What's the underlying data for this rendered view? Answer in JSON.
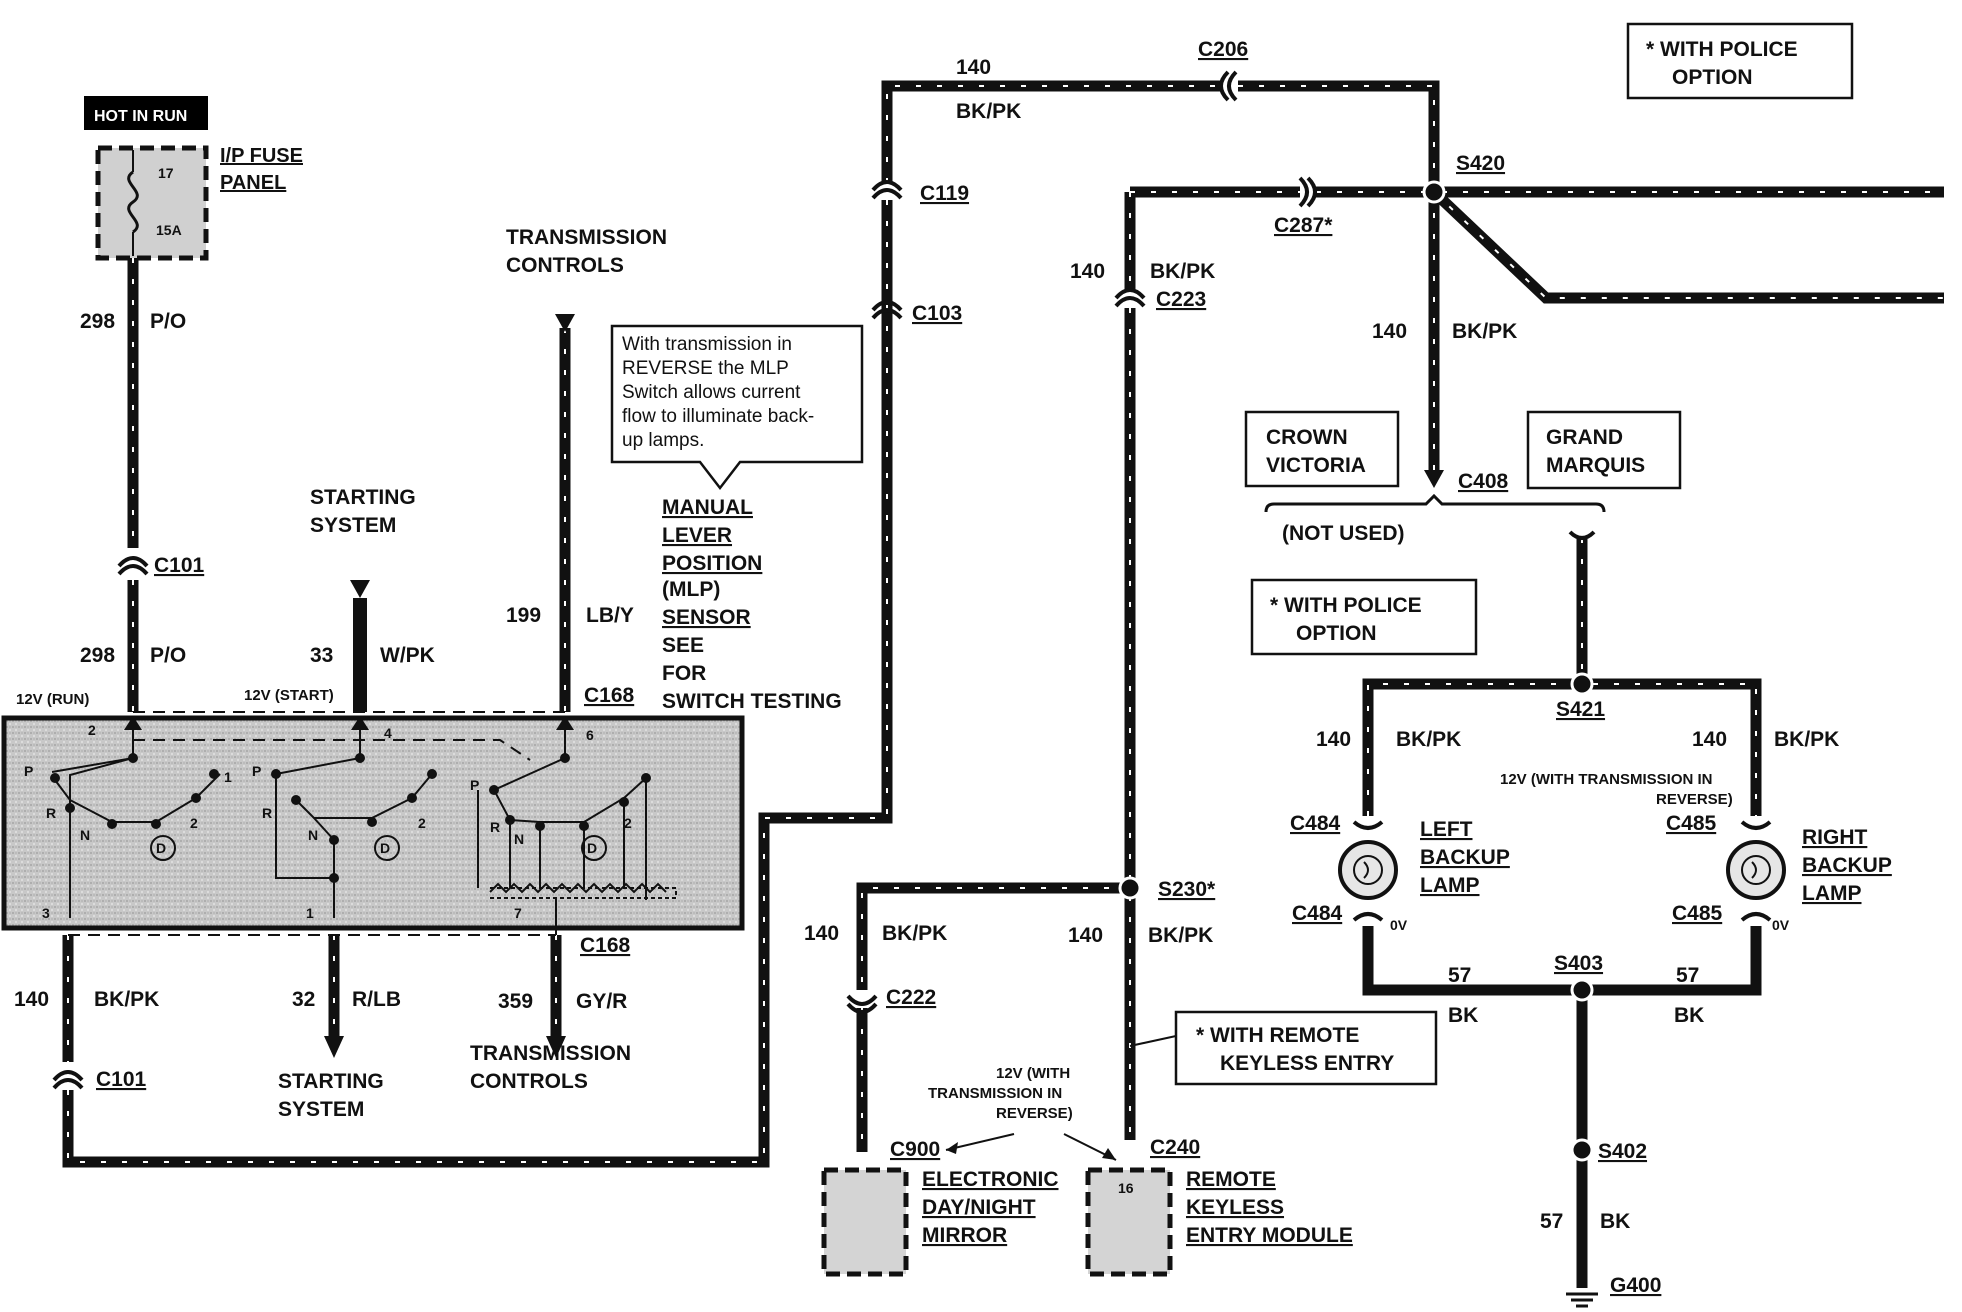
{
  "fuse_panel": {
    "hot_label": "HOT IN RUN",
    "fuse_number": "17",
    "fuse_rating": "15A",
    "title_line1": "I/P FUSE",
    "title_line2": "PANEL"
  },
  "wires": {
    "c298_top": {
      "circuit": "298",
      "color": "P/O"
    },
    "c298_bottom": {
      "circuit": "298",
      "color": "P/O"
    },
    "c33": {
      "circuit": "33",
      "color": "W/PK"
    },
    "c199": {
      "circuit": "199",
      "color": "LB/Y"
    },
    "c140_top": {
      "circuit": "140",
      "color": "BK/PK"
    },
    "c140_c223": {
      "circuit": "140",
      "color": "BK/PK"
    },
    "c140_s420": {
      "circuit": "140",
      "color": "BK/PK"
    },
    "c140_left": {
      "circuit": "140",
      "color": "BK/PK"
    },
    "c32": {
      "circuit": "32",
      "color": "R/LB"
    },
    "c359": {
      "circuit": "359",
      "color": "GY/R"
    },
    "c140_c222": {
      "circuit": "140",
      "color": "BK/PK"
    },
    "c140_s230": {
      "circuit": "140",
      "color": "BK/PK"
    },
    "c140_lamp_left": {
      "circuit": "140",
      "color": "BK/PK"
    },
    "c140_lamp_right": {
      "circuit": "140",
      "color": "BK/PK"
    },
    "c57_left": {
      "circuit": "57",
      "color": "BK"
    },
    "c57_right": {
      "circuit": "57",
      "color": "BK"
    },
    "c57_ground": {
      "circuit": "57",
      "color": "BK"
    }
  },
  "connectors": {
    "c101_top": "C101",
    "c101_bottom": "C101",
    "c168_top": "C168",
    "c168_bottom": "C168",
    "c119": "C119",
    "c103": "C103",
    "c206": "C206",
    "c287": "C287*",
    "c223": "C223",
    "s420": "S420",
    "c408": "C408",
    "s421": "S421",
    "c484_top": "C484",
    "c484_bottom": "C484",
    "c485_top": "C485",
    "c485_bottom": "C485",
    "s230": "S230*",
    "c222": "C222",
    "c900": "C900",
    "c240": "C240",
    "s403": "S403",
    "s402": "S402",
    "g400": "G400"
  },
  "labels": {
    "transmission_controls_top_1": "TRANSMISSION",
    "transmission_controls_top_2": "CONTROLS",
    "starting_system_top_1": "STARTING",
    "starting_system_top_2": "SYSTEM",
    "starting_system_bottom_1": "STARTING",
    "starting_system_bottom_2": "SYSTEM",
    "transmission_controls_bottom_1": "TRANSMISSION",
    "transmission_controls_bottom_2": "CONTROLS",
    "v12_run": "12V (RUN)",
    "v12_start": "12V (START)",
    "mlp_1": "MANUAL",
    "mlp_2": "LEVER",
    "mlp_3": "POSITION",
    "mlp_4": "(MLP)",
    "mlp_5": "SENSOR",
    "mlp_6": "SEE",
    "mlp_7": "FOR",
    "mlp_8": "SWITCH TESTING",
    "callout_1": "With transmission in",
    "callout_2": "REVERSE the MLP",
    "callout_3": "Switch allows current",
    "callout_4": "flow to illuminate back-",
    "callout_5": "up lamps.",
    "police_top_1": "* WITH POLICE",
    "police_top_2": "OPTION",
    "police_mid_1": "* WITH POLICE",
    "police_mid_2": "OPTION",
    "crown_1": "CROWN",
    "crown_2": "VICTORIA",
    "grand_1": "GRAND",
    "grand_2": "MARQUIS",
    "not_used": "(NOT USED)",
    "v12_reverse_right_1": "12V (WITH TRANSMISSION IN",
    "v12_reverse_right_2": "REVERSE)",
    "left_lamp_1": "LEFT",
    "left_lamp_2": "BACKUP",
    "left_lamp_3": "LAMP",
    "right_lamp_1": "RIGHT",
    "right_lamp_2": "BACKUP",
    "right_lamp_3": "LAMP",
    "zero_v_left": "0V",
    "zero_v_right": "0V",
    "rke_note_1": "* WITH REMOTE",
    "rke_note_2": "KEYLESS ENTRY",
    "v12_with_1": "12V (WITH",
    "v12_with_2": "TRANSMISSION IN",
    "v12_with_3": "REVERSE)",
    "mirror_1": "ELECTRONIC",
    "mirror_2": "DAY/NIGHT",
    "mirror_3": "MIRROR",
    "rke_1": "REMOTE",
    "rke_2": "KEYLESS",
    "rke_3": "ENTRY MODULE",
    "rke_pin": "16"
  },
  "switch": {
    "pins": {
      "p2": "2",
      "p4": "4",
      "p6": "6",
      "p3": "3",
      "p1": "1",
      "p7": "7"
    },
    "positions": {
      "p": "P",
      "r": "R",
      "n": "N",
      "d": "D",
      "two": "2",
      "one": "1"
    }
  }
}
